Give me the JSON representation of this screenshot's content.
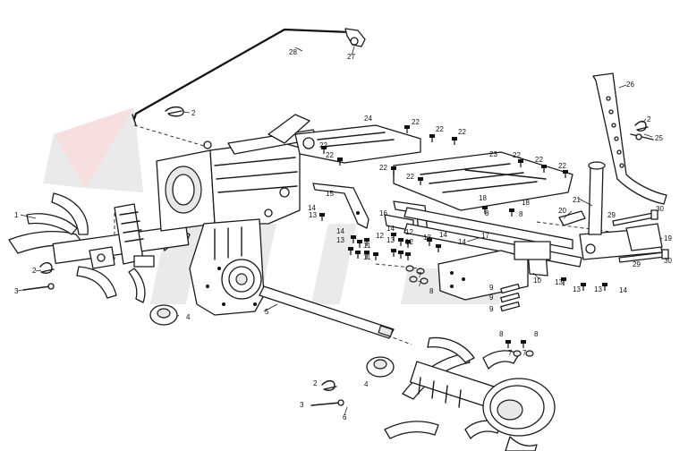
{
  "callouts": [
    {
      "id": "c1",
      "text": "1"
    },
    {
      "id": "c2a",
      "text": "2"
    },
    {
      "id": "c2b",
      "text": "2"
    },
    {
      "id": "c2c",
      "text": "2"
    },
    {
      "id": "c2d",
      "text": "2"
    },
    {
      "id": "c3a",
      "text": "3"
    },
    {
      "id": "c3b",
      "text": "3"
    },
    {
      "id": "c4a",
      "text": "4"
    },
    {
      "id": "c4b",
      "text": "4"
    },
    {
      "id": "c5",
      "text": "5"
    },
    {
      "id": "c6",
      "text": "6"
    },
    {
      "id": "c7a",
      "text": "7"
    },
    {
      "id": "c7b",
      "text": "7"
    },
    {
      "id": "c7c",
      "text": "7"
    },
    {
      "id": "c7d",
      "text": "7"
    },
    {
      "id": "c8a",
      "text": "8"
    },
    {
      "id": "c8b",
      "text": "8"
    },
    {
      "id": "c8c",
      "text": "8"
    },
    {
      "id": "c8d",
      "text": "8"
    },
    {
      "id": "c8e",
      "text": "8"
    },
    {
      "id": "c9a",
      "text": "9"
    },
    {
      "id": "c9b",
      "text": "9"
    },
    {
      "id": "c9c",
      "text": "9"
    },
    {
      "id": "c10",
      "text": "10"
    },
    {
      "id": "c11a",
      "text": "11"
    },
    {
      "id": "c11b",
      "text": "11"
    },
    {
      "id": "c12a",
      "text": "12"
    },
    {
      "id": "c12b",
      "text": "12"
    },
    {
      "id": "c12c",
      "text": "12"
    },
    {
      "id": "c13a",
      "text": "13"
    },
    {
      "id": "c13b",
      "text": "13"
    },
    {
      "id": "c13c",
      "text": "13"
    },
    {
      "id": "c13d",
      "text": "13"
    },
    {
      "id": "c13e",
      "text": "13"
    },
    {
      "id": "c13f",
      "text": "13"
    },
    {
      "id": "c13g",
      "text": "13"
    },
    {
      "id": "c14a",
      "text": "14"
    },
    {
      "id": "c14b",
      "text": "14"
    },
    {
      "id": "c14c",
      "text": "14"
    },
    {
      "id": "c14d",
      "text": "14"
    },
    {
      "id": "c14e",
      "text": "14"
    },
    {
      "id": "c14f",
      "text": "14"
    },
    {
      "id": "c15",
      "text": "15"
    },
    {
      "id": "c16",
      "text": "16"
    },
    {
      "id": "c17",
      "text": "17"
    },
    {
      "id": "c18a",
      "text": "18"
    },
    {
      "id": "c18b",
      "text": "18"
    },
    {
      "id": "c19",
      "text": "19"
    },
    {
      "id": "c20",
      "text": "20"
    },
    {
      "id": "c21",
      "text": "21"
    },
    {
      "id": "c22a",
      "text": "22"
    },
    {
      "id": "c22b",
      "text": "22"
    },
    {
      "id": "c22c",
      "text": "22"
    },
    {
      "id": "c22d",
      "text": "22"
    },
    {
      "id": "c22e",
      "text": "22"
    },
    {
      "id": "c22f",
      "text": "22"
    },
    {
      "id": "c22g",
      "text": "22"
    },
    {
      "id": "c22h",
      "text": "22"
    },
    {
      "id": "c22i",
      "text": "22"
    },
    {
      "id": "c22j",
      "text": "22"
    },
    {
      "id": "c23",
      "text": "23"
    },
    {
      "id": "c24",
      "text": "24"
    },
    {
      "id": "c25",
      "text": "25"
    },
    {
      "id": "c26",
      "text": "26"
    },
    {
      "id": "c27",
      "text": "27"
    },
    {
      "id": "c28",
      "text": "28"
    },
    {
      "id": "c29a",
      "text": "29"
    },
    {
      "id": "c29b",
      "text": "29"
    },
    {
      "id": "c30a",
      "text": "30"
    },
    {
      "id": "c30b",
      "text": "30"
    }
  ],
  "colors": {
    "line": "#1a1a1a",
    "watermark_gray": "#d8d8d8",
    "watermark_red": "#f2c4c4"
  }
}
